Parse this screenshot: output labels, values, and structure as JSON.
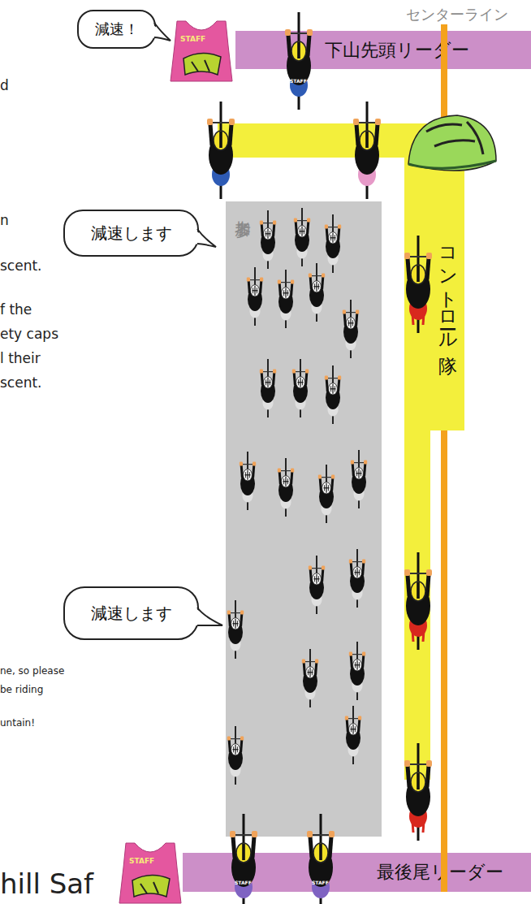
{
  "diagram": {
    "nodes": [
      {
        "text": [
          "減速！"
        ]
      },
      {
        "text": [
          "下山先頭リーダー"
        ]
      },
      {
        "text": [
          "減速します"
        ]
      },
      {
        "text": [
          "参加者"
        ]
      },
      {
        "text": [
          "コントロール隊"
        ]
      },
      {
        "text": [
          "減速します"
        ]
      },
      {
        "text": [
          "最後尾リーダー"
        ]
      }
    ],
    "labels": [
      "センターライン",
      "STAFF",
      "STAFF",
      "d",
      "n",
      "scent.",
      "f the",
      "ety caps",
      "l their",
      "scent.",
      "ne, so please",
      "be riding",
      "untain!",
      "STAFF",
      "STAFF",
      "STAFF",
      "hill Saf"
    ]
  }
}
